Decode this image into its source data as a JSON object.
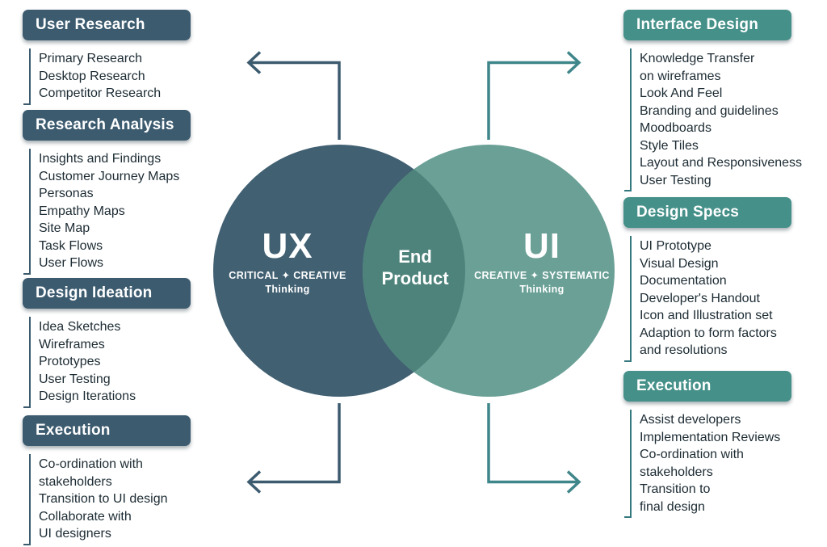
{
  "left_sections": [
    {
      "title": "User Research",
      "items": [
        "Primary Research",
        "Desktop Research",
        "Competitor Research"
      ]
    },
    {
      "title": "Research Analysis",
      "items": [
        "Insights and Findings",
        "Customer Journey Maps",
        "Personas",
        "Empathy Maps",
        "Site Map",
        "Task Flows",
        "User Flows"
      ]
    },
    {
      "title": "Design Ideation",
      "items": [
        "Idea Sketches",
        "Wireframes",
        "Prototypes",
        "User Testing",
        "Design Iterations"
      ]
    },
    {
      "title": "Execution",
      "items": [
        "Co-ordination with\nstakeholders",
        "Transition to UI design",
        "Collaborate with\nUI designers"
      ]
    }
  ],
  "right_sections": [
    {
      "title": "Interface Design",
      "items": [
        "Knowledge Transfer\non wireframes",
        "Look And Feel",
        "Branding and guidelines",
        "Moodboards",
        "Style Tiles",
        "Layout and Responsiveness",
        "User Testing"
      ]
    },
    {
      "title": "Design Specs",
      "items": [
        "UI Prototype",
        "Visual Design",
        "Documentation",
        "Developer's Handout",
        "Icon and Illustration set",
        "Adaption to form factors\nand resolutions"
      ]
    },
    {
      "title": "Execution",
      "items": [
        "Assist developers",
        "Implementation Reviews",
        "Co-ordination with\nstakeholders",
        "Transition to\nfinal design"
      ]
    }
  ],
  "venn": {
    "ux": {
      "label": "UX",
      "subtitle": "CRITICAL ✦ CREATIVE",
      "subtitle2": "Thinking"
    },
    "center": {
      "line1": "End",
      "line2": "Product"
    },
    "ui": {
      "label": "UI",
      "subtitle": "CREATIVE ✦ SYSTEMATIC",
      "subtitle2": "Thinking"
    }
  },
  "colors": {
    "slate_header": "#3C5B6F",
    "teal_header": "#459089",
    "ux_circle": "#416072",
    "ui_circle": "#6AA096",
    "overlap": "#4E837B",
    "left_accent": "#3C5B6F",
    "right_accent": "#35797E",
    "item_text": "#1C2B33"
  }
}
